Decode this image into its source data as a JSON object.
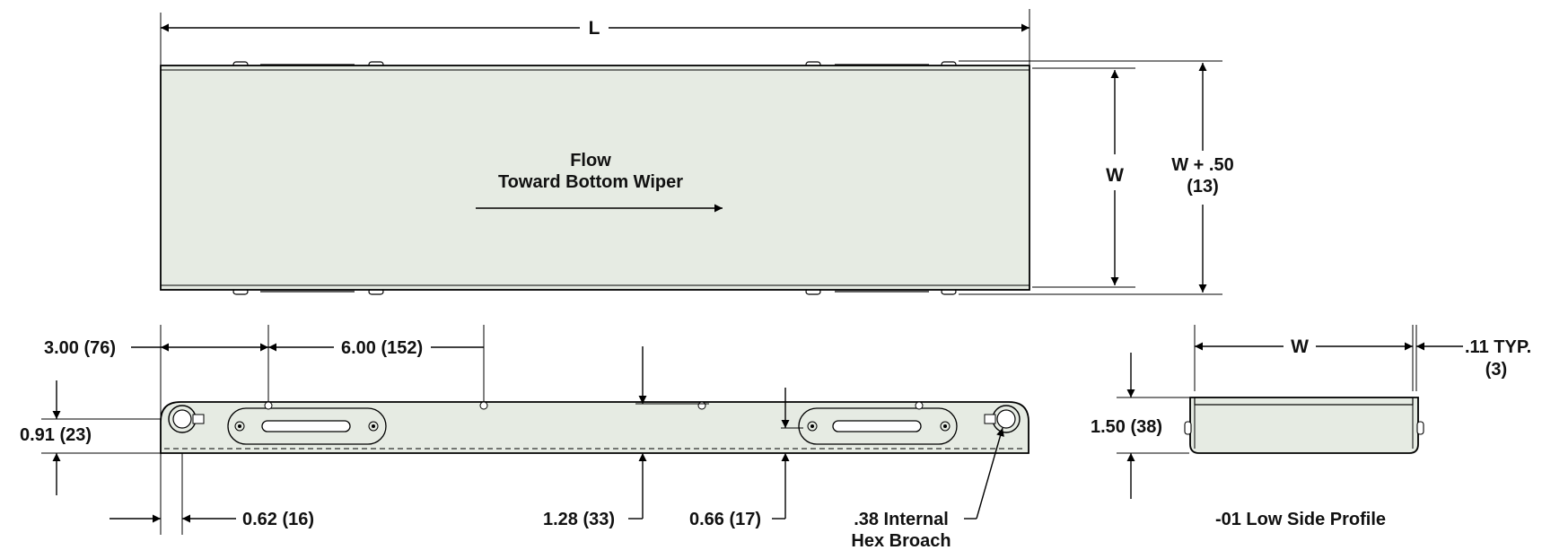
{
  "top_view": {
    "length_label": "L",
    "flow_line1": "Flow",
    "flow_line2": "Toward Bottom Wiper",
    "width_label": "W",
    "width_plus_label": "W + .50",
    "width_plus_metric": "(13)"
  },
  "side_view": {
    "dim_3_00": "3.00 (76)",
    "dim_6_00": "6.00 (152)",
    "dim_0_91": "0.91 (23)",
    "dim_0_62": "0.62 (16)",
    "dim_1_28": "1.28 (33)",
    "dim_0_66": "0.66 (17)",
    "hex_line1": ".38 Internal",
    "hex_line2": "Hex Broach"
  },
  "profile_view": {
    "width_label": "W",
    "typ_label": ".11 TYP.",
    "typ_metric": "(3)",
    "height_label": "1.50 (38)",
    "caption": "-01 Low Side Profile"
  }
}
